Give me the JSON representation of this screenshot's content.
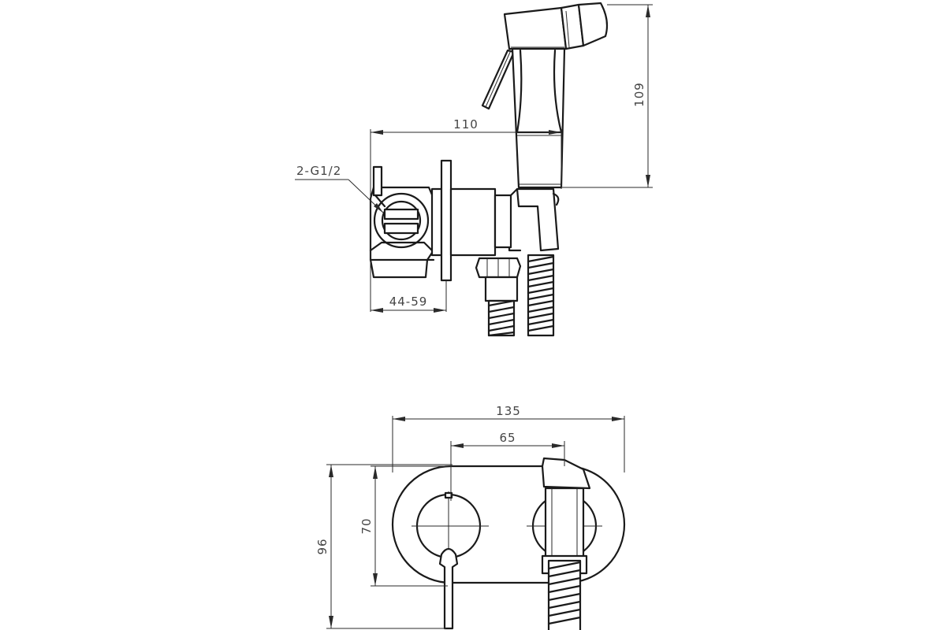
{
  "dimensions": {
    "side_depth": "110",
    "side_height": "109",
    "connection": "2-G1/2",
    "wall_range": "44-59",
    "front_width": "135",
    "front_spacing": "65",
    "front_height": "96",
    "front_inner_height": "70"
  },
  "colors": {
    "line": "#1a1a1a",
    "dimension": "#444444",
    "background": "#ffffff"
  }
}
